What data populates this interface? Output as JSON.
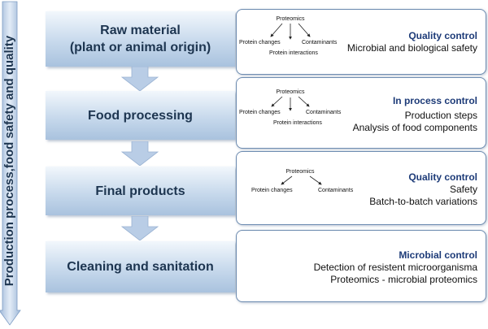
{
  "vertical_label": "Production process,food safety and quality",
  "colors": {
    "accent_title": "#1d3b78",
    "step_text": "#1d3550",
    "arrow_fill": "#b9cde6",
    "panel_border": "#6c8bb0"
  },
  "steps": [
    {
      "label": "Raw material\n(plant or animal origin)"
    },
    {
      "label": "Food processing"
    },
    {
      "label": "Final products"
    },
    {
      "label": "Cleaning and sanitation"
    }
  ],
  "panels": [
    {
      "mini": {
        "root": "Proteomics",
        "left": "Protein changes",
        "right": "Contaminants",
        "bottom": "Protein interactions"
      },
      "title": "Quality control",
      "lines": [
        "Microbial and biological safety"
      ]
    },
    {
      "mini": {
        "root": "Proteomics",
        "left": "Protein changes",
        "right": "Contaminants",
        "bottom": "Protein interactions"
      },
      "title": "In process  control",
      "lines": [
        "Production steps",
        "Analysis of food components"
      ]
    },
    {
      "mini": {
        "root": "Proteomics",
        "left": "Protein changes",
        "right": "Contaminants"
      },
      "title": "Quality control",
      "lines": [
        "Safety",
        "Batch-to-batch variations"
      ]
    },
    {
      "title": "Microbial control",
      "lines": [
        "Detection of resistent microorganisma",
        "Proteomics - microbial proteomics"
      ]
    }
  ]
}
